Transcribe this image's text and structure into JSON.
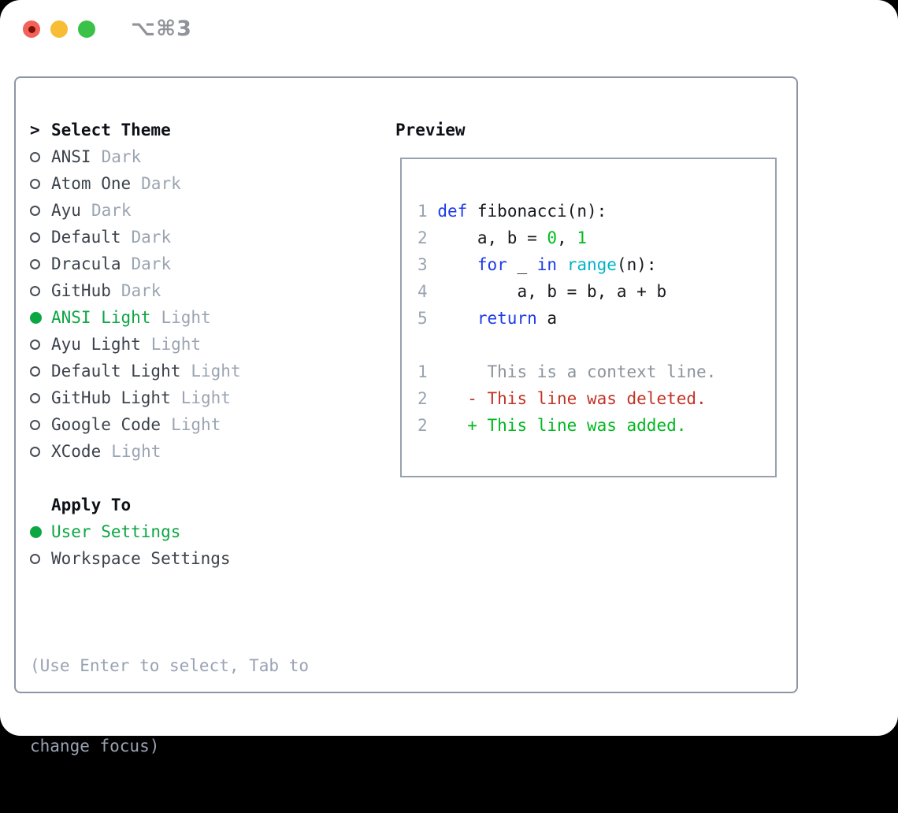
{
  "window": {
    "title": "⌥⌘3",
    "buttons": [
      "close",
      "minimize",
      "zoom"
    ]
  },
  "icons": {
    "radio_selected": "filled-circle",
    "radio_unselected": "hollow-circle",
    "prompt": ">"
  },
  "theme_picker": {
    "prompt": ">",
    "title": "Select Theme",
    "themes": [
      {
        "name": "ANSI",
        "variant": "Dark",
        "selected": false
      },
      {
        "name": "Atom One",
        "variant": "Dark",
        "selected": false
      },
      {
        "name": "Ayu",
        "variant": "Dark",
        "selected": false
      },
      {
        "name": "Default",
        "variant": "Dark",
        "selected": false
      },
      {
        "name": "Dracula",
        "variant": "Dark",
        "selected": false
      },
      {
        "name": "GitHub",
        "variant": "Dark",
        "selected": false
      },
      {
        "name": "ANSI Light",
        "variant": "Light",
        "selected": true
      },
      {
        "name": "Ayu Light",
        "variant": "Light",
        "selected": false
      },
      {
        "name": "Default Light",
        "variant": "Light",
        "selected": false
      },
      {
        "name": "GitHub Light",
        "variant": "Light",
        "selected": false
      },
      {
        "name": "Google Code",
        "variant": "Light",
        "selected": false
      },
      {
        "name": "XCode",
        "variant": "Light",
        "selected": false
      }
    ],
    "apply_to": {
      "title": "Apply To",
      "options": [
        {
          "label": "User Settings",
          "selected": true
        },
        {
          "label": "Workspace Settings",
          "selected": false
        }
      ]
    },
    "hint": {
      "line1": "(Use Enter to select, Tab to",
      "line2": "change focus)"
    }
  },
  "preview": {
    "title": "Preview",
    "code": [
      {
        "num": "1",
        "segments": [
          {
            "color": "plain",
            "text": " "
          },
          {
            "color": "keyword",
            "text": "def"
          },
          {
            "color": "plain",
            "text": " fibonacci(n):"
          }
        ]
      },
      {
        "num": "2",
        "segments": [
          {
            "color": "plain",
            "text": "     a, b = "
          },
          {
            "color": "number",
            "text": "0"
          },
          {
            "color": "plain",
            "text": ", "
          },
          {
            "color": "number",
            "text": "1"
          }
        ]
      },
      {
        "num": "3",
        "segments": [
          {
            "color": "plain",
            "text": "     "
          },
          {
            "color": "keyword",
            "text": "for"
          },
          {
            "color": "plain",
            "text": " _ "
          },
          {
            "color": "keyword",
            "text": "in"
          },
          {
            "color": "plain",
            "text": " "
          },
          {
            "color": "builtin",
            "text": "range"
          },
          {
            "color": "plain",
            "text": "(n):"
          }
        ]
      },
      {
        "num": "4",
        "segments": [
          {
            "color": "plain",
            "text": "         a, b = b, a + b"
          }
        ]
      },
      {
        "num": "5",
        "segments": [
          {
            "color": "plain",
            "text": "     "
          },
          {
            "color": "keyword",
            "text": "return"
          },
          {
            "color": "plain",
            "text": " a"
          }
        ]
      },
      {
        "num": "",
        "segments": []
      },
      {
        "num": "1",
        "segments": [
          {
            "color": "context",
            "text": "      This is a context line."
          }
        ]
      },
      {
        "num": "2",
        "segments": [
          {
            "color": "deleted",
            "text": "    - This line was deleted."
          }
        ]
      },
      {
        "num": "2",
        "segments": [
          {
            "color": "added",
            "text": "    + This line was added."
          }
        ]
      }
    ]
  },
  "colors": {
    "accent_green": "#0ca643",
    "keyword_blue": "#1c3be8",
    "builtin_cyan": "#00b3c6",
    "number_green": "#00bd1f",
    "diff_deleted_red": "#c23225",
    "diff_added_green": "#00b81f",
    "muted_gray": "#9aa4b2",
    "line_number_gray": "#99a3b1",
    "panel_border": "#8b96a4",
    "traffic_red": "#f2615a",
    "traffic_yellow": "#f6bd35",
    "traffic_green": "#39c148"
  }
}
